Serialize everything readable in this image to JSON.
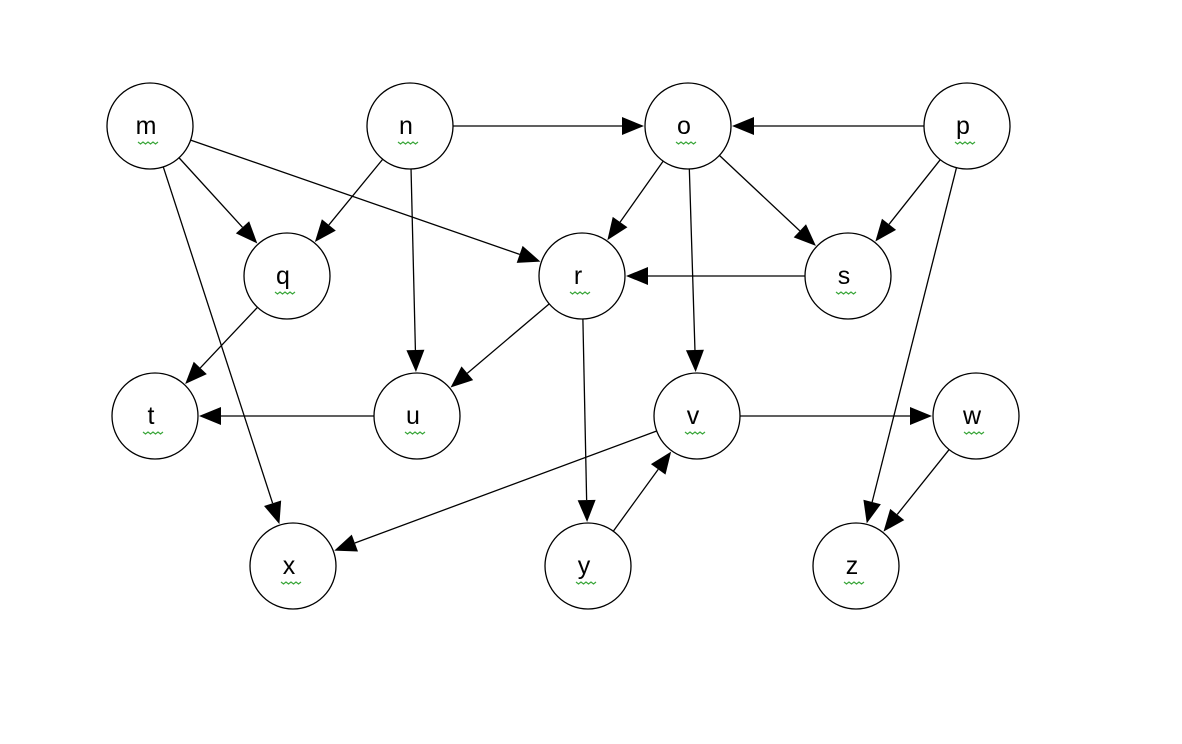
{
  "colors": {
    "background": "#ffffff",
    "stroke": "#000000",
    "spellcheck_underline": "#3aa63a"
  },
  "nodes": [
    {
      "id": "m",
      "label": "m"
    },
    {
      "id": "n",
      "label": "n"
    },
    {
      "id": "o",
      "label": "o"
    },
    {
      "id": "p",
      "label": "p"
    },
    {
      "id": "q",
      "label": "q"
    },
    {
      "id": "r",
      "label": "r"
    },
    {
      "id": "s",
      "label": "s"
    },
    {
      "id": "t",
      "label": "t"
    },
    {
      "id": "u",
      "label": "u"
    },
    {
      "id": "v",
      "label": "v"
    },
    {
      "id": "w",
      "label": "w"
    },
    {
      "id": "x",
      "label": "x"
    },
    {
      "id": "y",
      "label": "y"
    },
    {
      "id": "z",
      "label": "z"
    }
  ],
  "edges": [
    {
      "from": "m",
      "to": "q"
    },
    {
      "from": "m",
      "to": "r"
    },
    {
      "from": "m",
      "to": "x"
    },
    {
      "from": "n",
      "to": "o"
    },
    {
      "from": "n",
      "to": "q"
    },
    {
      "from": "n",
      "to": "u"
    },
    {
      "from": "p",
      "to": "o"
    },
    {
      "from": "p",
      "to": "s"
    },
    {
      "from": "p",
      "to": "z"
    },
    {
      "from": "o",
      "to": "r"
    },
    {
      "from": "o",
      "to": "s"
    },
    {
      "from": "o",
      "to": "v"
    },
    {
      "from": "s",
      "to": "r"
    },
    {
      "from": "q",
      "to": "t"
    },
    {
      "from": "r",
      "to": "u"
    },
    {
      "from": "r",
      "to": "y"
    },
    {
      "from": "u",
      "to": "t"
    },
    {
      "from": "v",
      "to": "w"
    },
    {
      "from": "v",
      "to": "x"
    },
    {
      "from": "y",
      "to": "v"
    },
    {
      "from": "w",
      "to": "z"
    }
  ]
}
